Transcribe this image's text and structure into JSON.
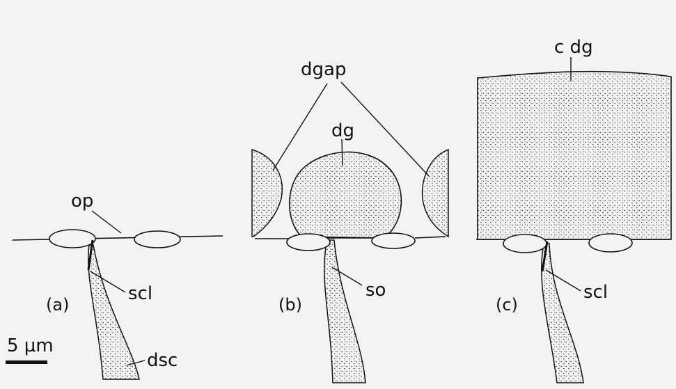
{
  "colors": {
    "ink": "#111111",
    "paper": "#f3f3f1",
    "stipple": "#333333"
  },
  "panel_a": {
    "label": "(a)",
    "op": "op",
    "scl": "scl",
    "dsc": "dsc"
  },
  "panel_b": {
    "label": "(b)",
    "dgap": "dgap",
    "dg": "dg",
    "so": "so"
  },
  "panel_c": {
    "label": "(c)",
    "cdg": "c dg",
    "scl": "scl"
  },
  "scale_bar": {
    "label": "5 μm"
  }
}
